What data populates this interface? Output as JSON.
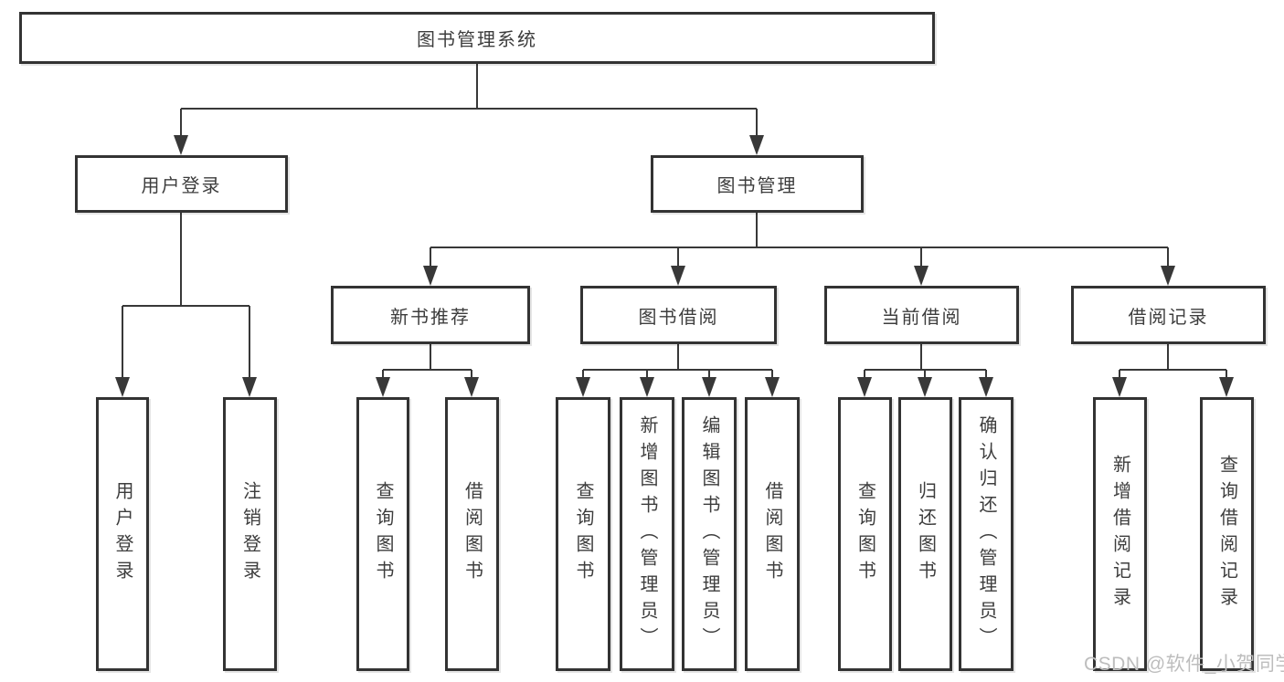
{
  "tree": {
    "label": "图书管理系统",
    "children": [
      {
        "label": "用户登录",
        "children": [
          {
            "label": "用户登录"
          },
          {
            "label": "注销登录"
          }
        ]
      },
      {
        "label": "图书管理",
        "children": [
          {
            "label": "新书推荐",
            "children": [
              {
                "label": "查询图书"
              },
              {
                "label": "借阅图书"
              }
            ]
          },
          {
            "label": "图书借阅",
            "children": [
              {
                "label": "查询图书"
              },
              {
                "label": "新增图书（管理员）"
              },
              {
                "label": "编辑图书（管理员）"
              },
              {
                "label": "借阅图书"
              }
            ]
          },
          {
            "label": "当前借阅",
            "children": [
              {
                "label": "查询图书"
              },
              {
                "label": "归还图书"
              },
              {
                "label": "确认归还（管理员）"
              }
            ]
          },
          {
            "label": "借阅记录",
            "children": [
              {
                "label": "新增借阅记录"
              },
              {
                "label": "查询借阅记录"
              }
            ]
          }
        ]
      }
    ]
  },
  "watermark": {
    "text": "CSDN @软件_小贺同学"
  },
  "colors": {
    "line": "#383838",
    "box_border": "#333333",
    "text": "#3d3d3d",
    "watermark": "#bdbdbd",
    "background": "#ffffff"
  }
}
